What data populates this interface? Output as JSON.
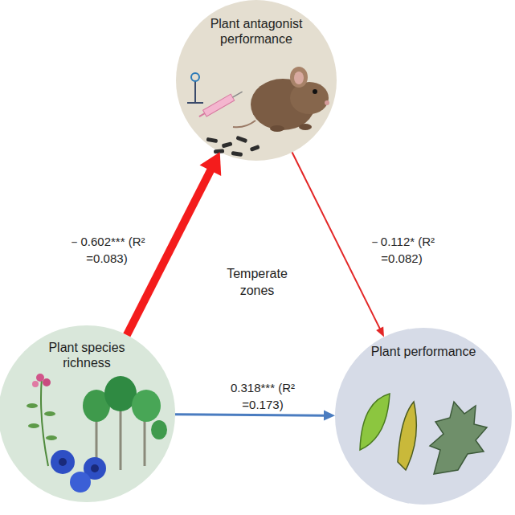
{
  "diagram": {
    "nodes": [
      {
        "text": [
          "Plant antagonist performance"
        ]
      },
      {
        "text": [
          "Plant species richness"
        ]
      },
      {
        "text": [
          "Plant performance"
        ]
      }
    ],
    "edges": [
      {
        "from": 1,
        "to": 0,
        "arrow": "to",
        "label": "－0.602*** (R² =0.083)"
      },
      {
        "from": 0,
        "to": 2,
        "arrow": "to",
        "label": "－0.112* (R² =0.082)"
      },
      {
        "from": 1,
        "to": 2,
        "arrow": "to",
        "label": "0.318*** (R² =0.173)"
      }
    ],
    "labels": [
      "Temperate zones"
    ]
  }
}
